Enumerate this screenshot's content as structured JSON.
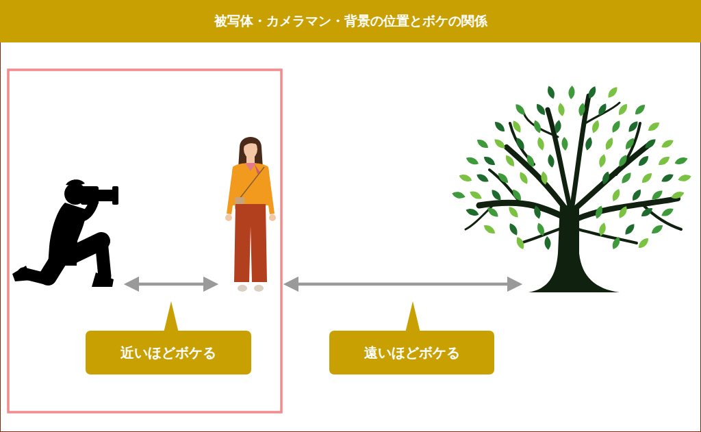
{
  "diagram": {
    "title": "被写体・カメラマン・背景の位置とボケの関係",
    "nodes": [
      {
        "text": [
          "近いほどボケる"
        ]
      },
      {
        "text": [
          "遠いほどボケる"
        ]
      }
    ]
  }
}
